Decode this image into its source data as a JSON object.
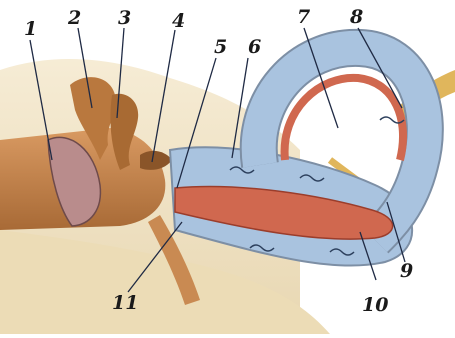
{
  "diagram": {
    "labels": [
      "1",
      "2",
      "3",
      "4",
      "5",
      "6",
      "7",
      "8",
      "9",
      "10",
      "11"
    ]
  },
  "colors": {
    "bone": "#efe3c6",
    "canal": "#c98a52",
    "ossicle": "#b9783e",
    "perilymph": "#a9c3df",
    "duct_red": "#d0684f",
    "nerve": "#e0b65c",
    "leader_line": "#1f2a44"
  }
}
